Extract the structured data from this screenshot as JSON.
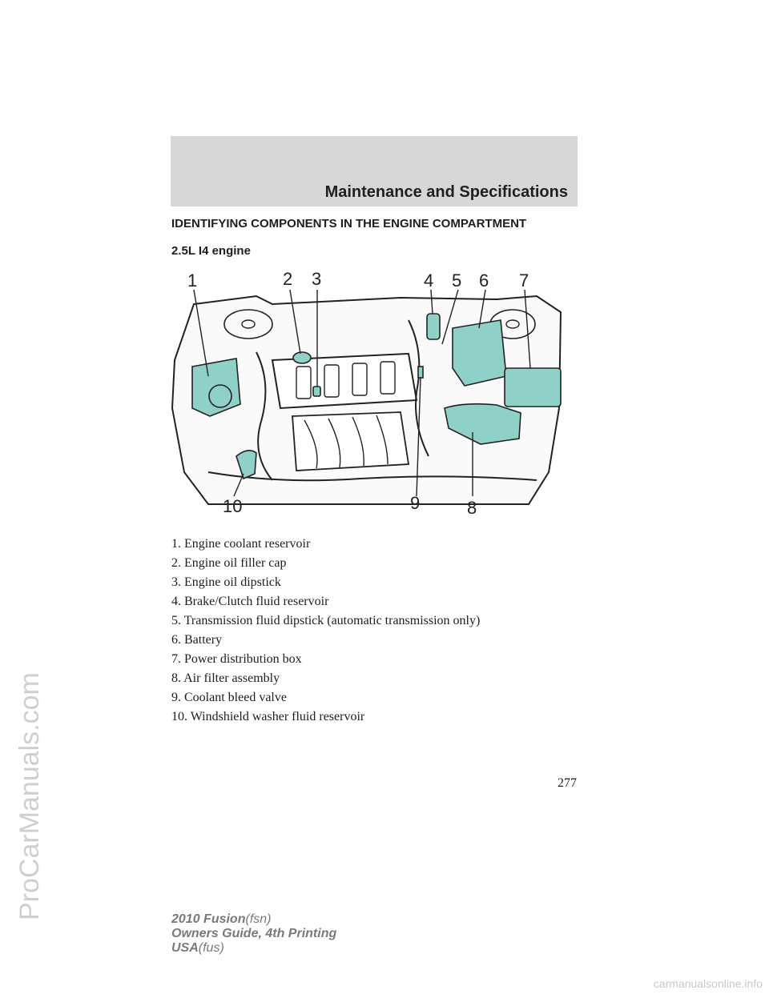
{
  "header": {
    "title": "Maintenance and Specifications"
  },
  "section": {
    "heading": "IDENTIFYING COMPONENTS IN THE ENGINE COMPARTMENT",
    "subheading": "2.5L I4 engine"
  },
  "diagram": {
    "callouts": [
      "1",
      "2",
      "3",
      "4",
      "5",
      "6",
      "7",
      "8",
      "9",
      "10"
    ],
    "highlight_color": "#8fd0c8"
  },
  "components": [
    "1. Engine coolant reservoir",
    "2. Engine oil filler cap",
    "3. Engine oil dipstick",
    "4. Brake/Clutch fluid reservoir",
    "5. Transmission fluid dipstick (automatic transmission only)",
    "6. Battery",
    "7. Power distribution box",
    "8. Air filter assembly",
    "9. Coolant bleed valve",
    "10. Windshield washer fluid reservoir"
  ],
  "page_number": "277",
  "footer": {
    "model": "2010 Fusion",
    "model_code": "(fsn)",
    "guide": "Owners Guide, 4th Printing",
    "region": "USA",
    "region_code": "(fus)"
  },
  "watermarks": {
    "side": "ProCarManuals.com",
    "bottom": "carmanualsonline.info"
  }
}
